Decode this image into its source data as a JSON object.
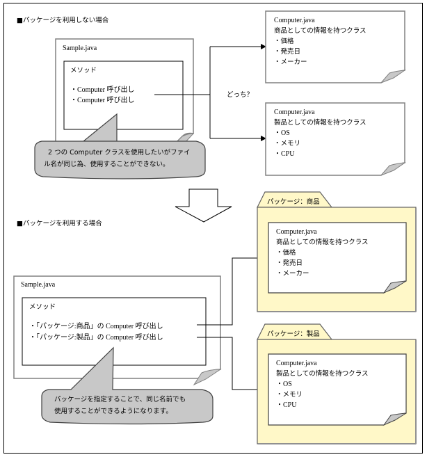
{
  "section_without": {
    "heading": "■パッケージを利用しない場合",
    "sample_file": "Sample.java",
    "method_label": "メソッド",
    "calls": [
      "・Computer 呼び出し",
      "・Computer 呼び出し"
    ],
    "question": "どっち？",
    "callout_lines": [
      "2 つの Computer クラスを使用したいがファイ",
      "ル名が同じ為、使用することができない。"
    ],
    "class_a": {
      "file": "Computer.java",
      "desc": "商品としての情報を持つクラス",
      "items": [
        "・価格",
        "・発売日",
        "・メーカー"
      ]
    },
    "class_b": {
      "file": "Computer.java",
      "desc": "製品としての情報を持つクラス",
      "items": [
        "・OS",
        "・メモリ",
        "・CPU"
      ]
    }
  },
  "section_with": {
    "heading": "■パッケージを利用する場合",
    "sample_file": "Sample.java",
    "method_label": "メソッド",
    "calls": [
      "・「パッケージ:商品」の Computer 呼び出し",
      "・「パッケージ:製品」の Computer 呼び出し"
    ],
    "callout_lines": [
      "パッケージを指定することで、同じ名前でも",
      "使用することができるようになります。"
    ],
    "package_a": {
      "tab": "パッケージ：商品",
      "file": "Computer.java",
      "desc": "商品としての情報を持つクラス",
      "items": [
        "・価格",
        "・発売日",
        "・メーカー"
      ]
    },
    "package_b": {
      "tab": "パッケージ：製品",
      "file": "Computer.java",
      "desc": "製品としての情報を持つクラス",
      "items": [
        "・OS",
        "・メモリ",
        "・CPU"
      ]
    }
  },
  "colors": {
    "package_fill": "#fff8c8",
    "callout_fill": "#c8c8c8",
    "curl_fill": "#c8c8c8"
  }
}
